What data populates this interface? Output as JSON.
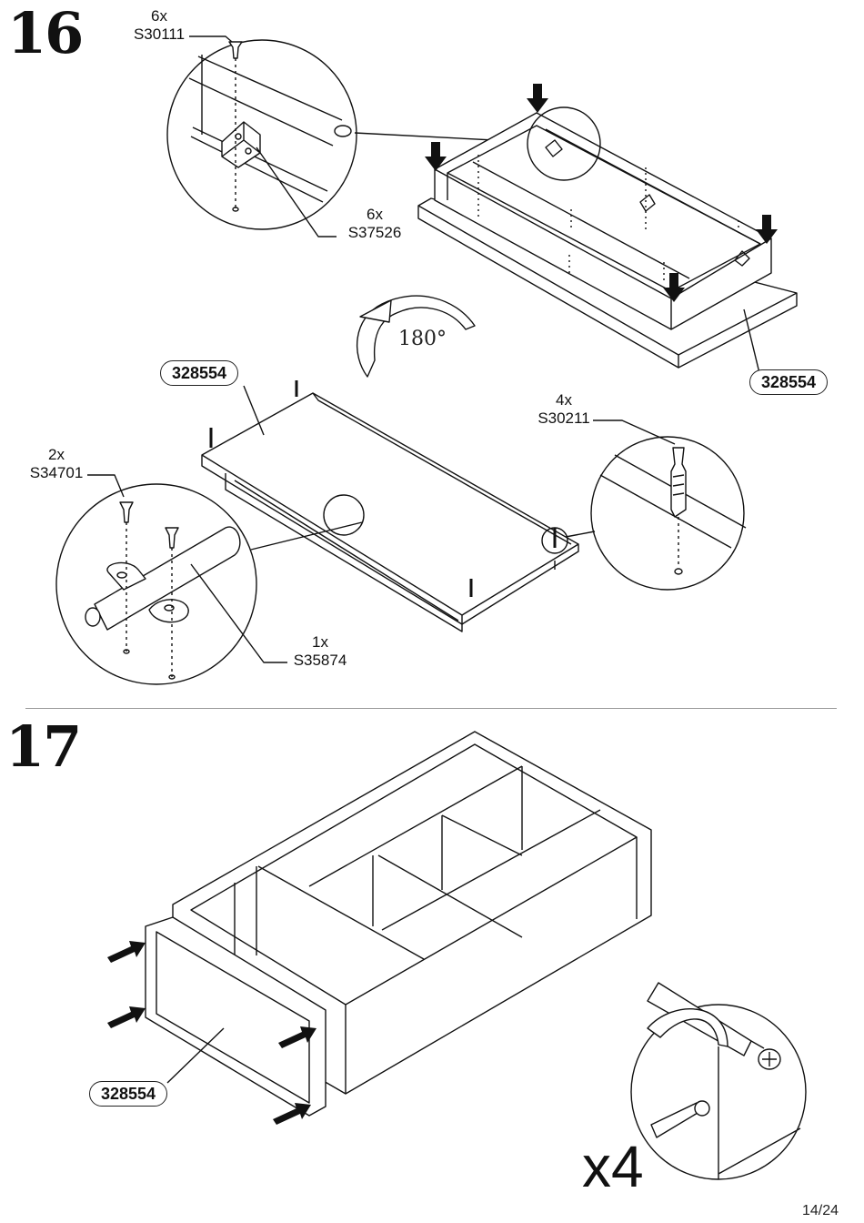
{
  "page": {
    "page_number": "14/24"
  },
  "step16": {
    "number": "16",
    "callouts": {
      "s30111": {
        "qty": "6x",
        "code": "S30111"
      },
      "s37526": {
        "qty": "6x",
        "code": "S37526"
      },
      "s30211": {
        "qty": "4x",
        "code": "S30211"
      },
      "s34701": {
        "qty": "2x",
        "code": "S34701"
      },
      "s35874": {
        "qty": "1x",
        "code": "S35874"
      }
    },
    "part_label_top": "328554",
    "part_label_middle": "328554",
    "rotation": "180°"
  },
  "step17": {
    "number": "17",
    "part_label": "328554",
    "repeat": "x4"
  }
}
